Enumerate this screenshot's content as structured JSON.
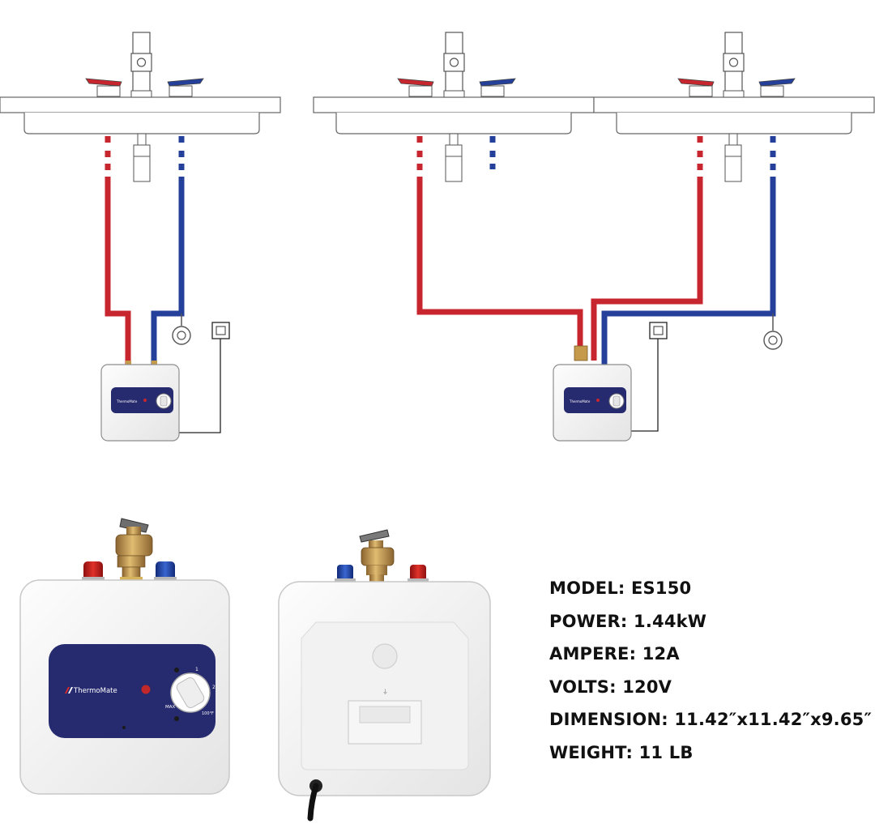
{
  "brand": {
    "name": "ThermoMate"
  },
  "dial": {
    "max_label": "MAX",
    "min_label": "100°F",
    "marks": [
      "1",
      "2"
    ]
  },
  "specs": [
    {
      "key": "model",
      "text": "MODEL: ES150"
    },
    {
      "key": "power",
      "text": "POWER: 1.44kW"
    },
    {
      "key": "ampere",
      "text": "AMPERE: 12A"
    },
    {
      "key": "volts",
      "text": "VOLTS: 120V"
    },
    {
      "key": "dimension",
      "text": "DIMENSION: 11.42″x11.42″x9.65″"
    },
    {
      "key": "weight",
      "text": "WEIGHT: 11 LB"
    }
  ],
  "colors": {
    "hot_pipe": "#c8262e",
    "cold_pipe": "#24409a",
    "control_panel": "#262a6e",
    "brass": "#c59a4a",
    "heater_body": "#f4f4f4",
    "outline": "#9a9a9a"
  },
  "icons": [
    "sink-faucet-icon",
    "electrical-outlet-icon",
    "valve-icon",
    "water-heater-icon"
  ]
}
